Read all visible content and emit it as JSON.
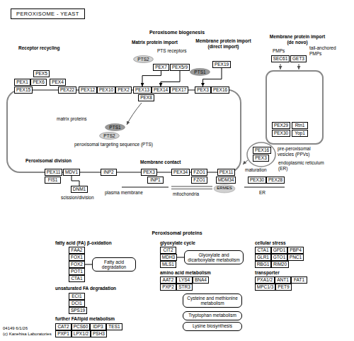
{
  "diagram": {
    "title": "PEROXISOME - YEAST",
    "nodes": [
      {
        "text": [
          "PEX5"
        ]
      },
      {
        "text": [
          "PEX1"
        ]
      },
      {
        "text": [
          "PEX6"
        ]
      },
      {
        "text": [
          "PEX4"
        ]
      },
      {
        "text": [
          "PTS2"
        ]
      },
      {
        "text": [
          "PEX7"
        ]
      },
      {
        "text": [
          "PEX5/9"
        ]
      },
      {
        "text": [
          "PTS1"
        ]
      },
      {
        "text": [
          "PEX19"
        ]
      },
      {
        "text": [
          "SEC61"
        ]
      },
      {
        "text": [
          "GET3"
        ]
      },
      {
        "text": [
          "PEX15"
        ]
      },
      {
        "text": [
          "PEX22"
        ]
      },
      {
        "text": [
          "PEX12"
        ]
      },
      {
        "text": [
          "PEX10"
        ]
      },
      {
        "text": [
          "PEX2"
        ]
      },
      {
        "text": [
          "PEX13"
        ]
      },
      {
        "text": [
          "PEX14"
        ]
      },
      {
        "text": [
          "PEX17"
        ]
      },
      {
        "text": [
          "PEX3"
        ]
      },
      {
        "text": [
          "PEX16"
        ]
      },
      {
        "text": [
          "PEX8"
        ]
      },
      {
        "text": [
          "PTS1"
        ]
      },
      {
        "text": [
          "PTS2"
        ]
      },
      {
        "text": [
          "PEX29"
        ]
      },
      {
        "text": [
          "Rtn1"
        ]
      },
      {
        "text": [
          "PEX30"
        ]
      },
      {
        "text": [
          "Yop1"
        ]
      },
      {
        "text": [
          "PEX16"
        ]
      },
      {
        "text": [
          "PEX3"
        ]
      },
      {
        "text": [
          "PEX11"
        ]
      },
      {
        "text": [
          "MDV1"
        ]
      },
      {
        "text": [
          "INP2"
        ]
      },
      {
        "text": [
          "PEX3"
        ]
      },
      {
        "text": [
          "PEX34"
        ]
      },
      {
        "text": [
          "FZO1"
        ]
      },
      {
        "text": [
          "PEX11"
        ]
      },
      {
        "text": [
          "FIS1"
        ]
      },
      {
        "text": [
          "INP1"
        ]
      },
      {
        "text": [
          "FZO1"
        ]
      },
      {
        "text": [
          "MDM34"
        ]
      },
      {
        "text": [
          "PEX30"
        ]
      },
      {
        "text": [
          "PEX28"
        ]
      },
      {
        "text": [
          "DNM1"
        ]
      },
      {
        "text": [
          "FAA2"
        ]
      },
      {
        "text": [
          "FOX1"
        ]
      },
      {
        "text": [
          "FOX2"
        ]
      },
      {
        "text": [
          "POT1"
        ]
      },
      {
        "text": [
          "CTA1"
        ]
      },
      {
        "text": [
          "Fatty acid degradation"
        ]
      },
      {
        "text": [
          "ECI1"
        ]
      },
      {
        "text": [
          "DCI1"
        ]
      },
      {
        "text": [
          "SPS19"
        ]
      },
      {
        "text": [
          "CAT2"
        ]
      },
      {
        "text": [
          "PCS60"
        ]
      },
      {
        "text": [
          "IDP3"
        ]
      },
      {
        "text": [
          "TES1"
        ]
      },
      {
        "text": [
          "PXP1"
        ]
      },
      {
        "text": [
          "LPX1/2"
        ]
      },
      {
        "text": [
          "PSH3"
        ]
      },
      {
        "text": [
          "CIT2"
        ]
      },
      {
        "text": [
          "MDH3"
        ]
      },
      {
        "text": [
          "MLS1"
        ]
      },
      {
        "text": [
          "Glyoxylate and dicarboxylate metabolism"
        ]
      },
      {
        "text": [
          "AAT2"
        ]
      },
      {
        "text": [
          "LYS4"
        ]
      },
      {
        "text": [
          "BNA4"
        ]
      },
      {
        "text": [
          "PXP2"
        ]
      },
      {
        "text": [
          "STR3"
        ]
      },
      {
        "text": [
          "Cysteine and methionine metabolism"
        ]
      },
      {
        "text": [
          "Tryptophan metabolism"
        ]
      },
      {
        "text": [
          "Lysine biosynthesis"
        ]
      },
      {
        "text": [
          "CTA1"
        ]
      },
      {
        "text": [
          "GPD1"
        ]
      },
      {
        "text": [
          "PBP4"
        ]
      },
      {
        "text": [
          "GLR1"
        ]
      },
      {
        "text": [
          "GTO1"
        ]
      },
      {
        "text": [
          "PNC1"
        ]
      },
      {
        "text": [
          "RBG1"
        ]
      },
      {
        "text": [
          "RIM20"
        ]
      },
      {
        "text": [
          "PXA1/2"
        ]
      },
      {
        "text": [
          "ANT1"
        ]
      },
      {
        "text": [
          "FAT1"
        ]
      },
      {
        "text": [
          "MPC1/3"
        ]
      },
      {
        "text": [
          "PET9"
        ]
      }
    ],
    "edges": [
      {
        "from": 6,
        "to": 17,
        "arrow": "to"
      },
      {
        "from": 5,
        "to": 16,
        "arrow": "to"
      },
      {
        "from": 8,
        "to": 19,
        "arrow": "to"
      },
      {
        "from": 31,
        "to": 43,
        "arrow": "none"
      },
      {
        "from": 46,
        "to": 49,
        "arrow": "none"
      },
      {
        "from": 61,
        "to": 63,
        "arrow": "none"
      }
    ],
    "labels": [
      "Peroxisome biogenesis",
      "Receptor recycling",
      "Matrix protein import",
      "PTS receptors",
      "Membrane protein import (direct import)",
      "Membrane protein import (de novo)",
      "PMPs",
      "tail-anchored PMPs",
      "matrix proteins",
      "peroxisomal targeting sequence (PTS)",
      "pre-peroxisomal vesicles (PPVs)",
      "maturation",
      "endoplasmic reticulum (ER)",
      "Peroxisomal division",
      "Membrane contact",
      "scission/division",
      "plasma membrane",
      "mitochondria",
      "ERMES",
      "ER",
      "Peroxisomal proteins",
      "fatty acid (FA) β-oxidation",
      "unsaturated FA degradation",
      "further FA/lipid metabolism",
      "glyoxylate cycle",
      "amino acid metabolism",
      "cellular stress",
      "transporter",
      "04149 6/1/26",
      "(c) Kanehisa Laboratories"
    ]
  }
}
